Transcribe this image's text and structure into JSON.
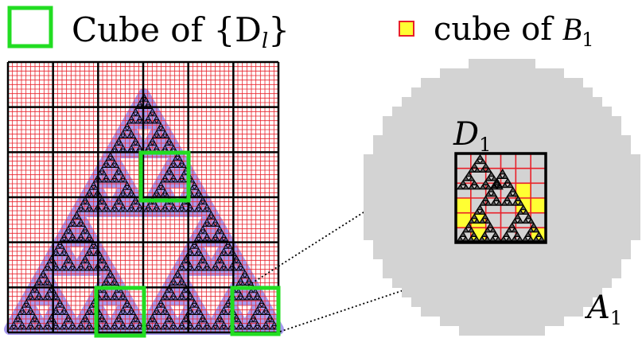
{
  "legend": {
    "cube_label": "Cube of {D",
    "cube_sub": "l",
    "cube_close": "}",
    "bcube_label": "cube of ",
    "bcube_script": "B",
    "bcube_sub": "1"
  },
  "labels": {
    "d1_main": "D",
    "d1_sub": "1",
    "a1_main": "A",
    "a1_sub": "1"
  },
  "colors": {
    "fine_grid": "#e8202a",
    "coarse_grid": "#000000",
    "highlight_cube": "#22dd22",
    "halo": "#a99cf0",
    "gasket": "#000000",
    "neighborhood": "#d3d3d3",
    "b1_fill": "#ffff33",
    "b1_border": "#e8202a"
  },
  "icons": {
    "green_square": "green-square-icon",
    "yellow_square": "yellow-square-icon"
  }
}
